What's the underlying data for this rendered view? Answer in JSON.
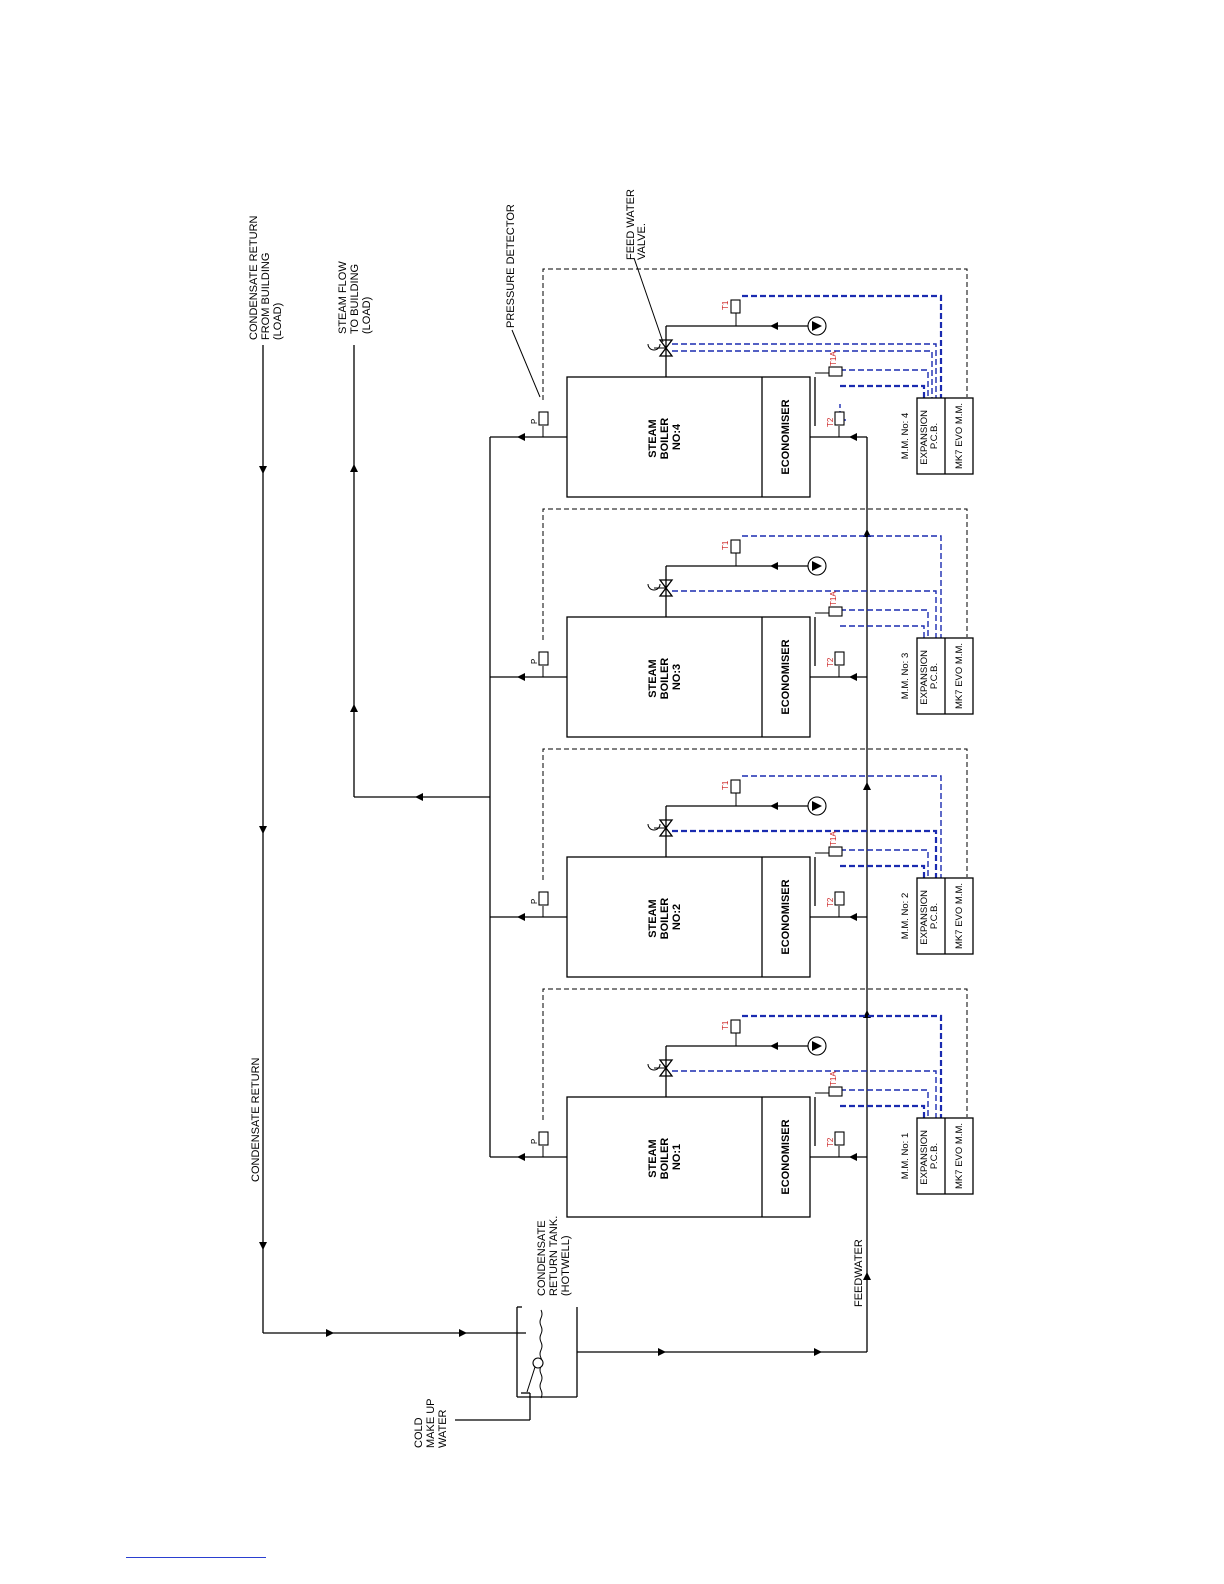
{
  "labels": {
    "condensate_return_from_building": [
      "CONDENSATE RETURN",
      "FROM BUILDING",
      "(LOAD)"
    ],
    "steam_flow_to_building": [
      "STEAM FLOW",
      "TO BUILDING",
      "(LOAD)"
    ],
    "pressure_detector": "PRESSURE DETECTOR",
    "feed_water_valve": [
      "FEED WATER",
      "VALVE."
    ],
    "condensate_return": "CONDENSATE RETURN",
    "condensate_return_tank": [
      "CONDENSATE",
      "RETURN TANK.",
      "(HOTWELL)"
    ],
    "cold_make_up_water": [
      "COLD",
      "MAKE UP",
      "WATER"
    ],
    "feedwater": "FEEDWATER"
  },
  "units": [
    {
      "boiler": [
        "STEAM",
        "BOILER",
        "NO:4"
      ],
      "economiser": "ECONOMISER",
      "mm_label": "M.M. No: 4",
      "expansion": [
        "EXPANSION",
        "P.C.B."
      ],
      "evo": "MK7 EVO M.M.",
      "tag_p": "P",
      "tag_t1": "T1",
      "tag_t1a": "T1A",
      "tag_t2": "T2"
    },
    {
      "boiler": [
        "STEAM",
        "BOILER",
        "NO:3"
      ],
      "economiser": "ECONOMISER",
      "mm_label": "M.M. No: 3",
      "expansion": [
        "EXPANSION",
        "P.C.B."
      ],
      "evo": "MK7 EVO M.M.",
      "tag_p": "P",
      "tag_t1": "T1",
      "tag_t1a": "T1A",
      "tag_t2": "T2"
    },
    {
      "boiler": [
        "STEAM",
        "BOILER",
        "NO:2"
      ],
      "economiser": "ECONOMISER",
      "mm_label": "M.M. No: 2",
      "expansion": [
        "EXPANSION",
        "P.C.B."
      ],
      "evo": "MK7 EVO M.M.",
      "tag_p": "P",
      "tag_t1": "T1",
      "tag_t1a": "T1A",
      "tag_t2": "T2"
    },
    {
      "boiler": [
        "STEAM",
        "BOILER",
        "NO:1"
      ],
      "economiser": "ECONOMISER",
      "mm_label": "M.M. No: 1",
      "expansion": [
        "EXPANSION",
        "P.C.B."
      ],
      "evo": "MK7 EVO M.M.",
      "tag_p": "P",
      "tag_t1": "T1",
      "tag_t1a": "T1A",
      "tag_t2": "T2"
    }
  ],
  "colors": {
    "line": "#000000",
    "signal_blue": "#1a2bb0",
    "sensor_tag_red": "#cc1f1f"
  }
}
